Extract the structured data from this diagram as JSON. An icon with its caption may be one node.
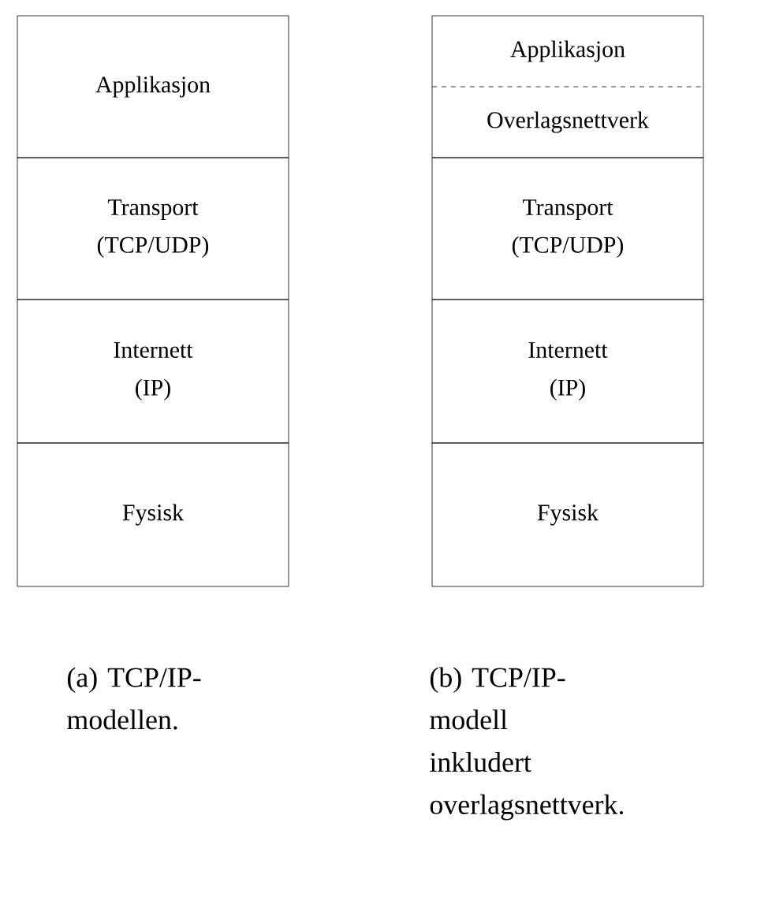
{
  "diagram": {
    "nodes": [
      {
        "text": [
          "Applikasjon"
        ]
      },
      {
        "text": [
          "Transport (TCP/UDP)"
        ]
      },
      {
        "text": [
          "Internett (IP)"
        ]
      },
      {
        "text": [
          "Fysisk"
        ]
      },
      {
        "text": [
          "Applikasjon"
        ]
      },
      {
        "text": [
          "Overlagsnettverk"
        ]
      },
      {
        "text": [
          "Transport (TCP/UDP)"
        ]
      },
      {
        "text": [
          "Internett (IP)"
        ]
      },
      {
        "text": [
          "Fysisk"
        ]
      }
    ],
    "labels": [
      "(a) TCP/IP-modellen.",
      "(b) TCP/IP-modell inkludert overlagsnettverk."
    ]
  }
}
